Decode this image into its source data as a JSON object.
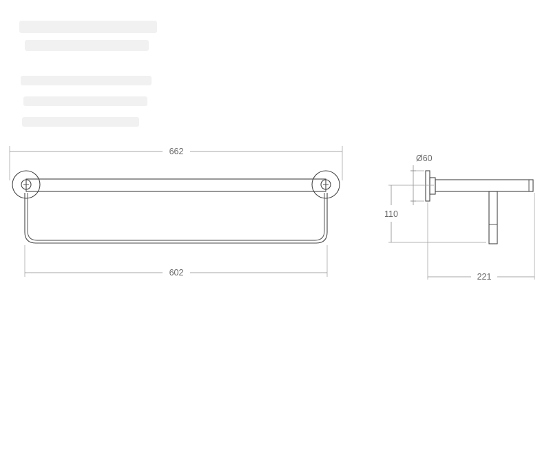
{
  "dimensions": {
    "overall_width": "662",
    "bracket_spacing": "602",
    "flange_diameter": "Ø60",
    "height": "110",
    "depth": "221"
  },
  "colors": {
    "object_stroke": "#444444",
    "dimension_stroke": "#8a8a8a",
    "dimension_text": "#6a6a6a",
    "background": "#ffffff"
  }
}
